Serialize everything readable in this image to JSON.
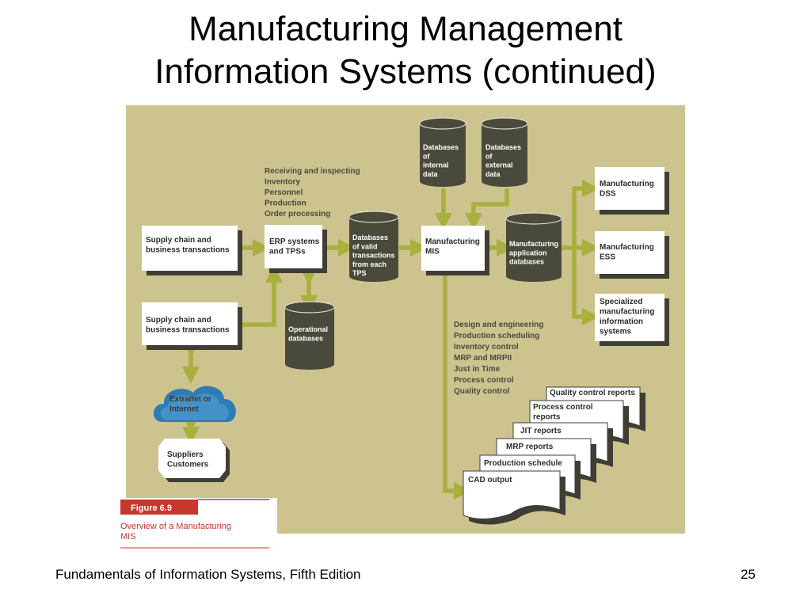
{
  "title": {
    "line1": "Manufacturing Management",
    "line2": "Information Systems (continued)"
  },
  "footer": {
    "book": "Fundamentals of Information Systems, Fifth Edition",
    "page_number": "25"
  },
  "colors": {
    "background": "#ccc38f",
    "arrow": "#a8b03e",
    "cylinder": "#4a4a3c",
    "box_fill": "#ffffff",
    "box_shadow": "#3e3e34",
    "box_text": "#2c2c2c",
    "cloud": "#2e7cb5",
    "figure_label_bg": "#c6372e",
    "figure_caption": "#c6372e"
  },
  "diagram": {
    "supply_box_1": [
      "Supply chain and",
      "business transactions"
    ],
    "supply_box_2": [
      "Supply chain and",
      "business transactions"
    ],
    "erp_box": [
      "ERP systems",
      "and TPSs"
    ],
    "erp_inputs": [
      "Receiving and inspecting",
      "Inventory",
      "Personnel",
      "Production",
      "Order processing"
    ],
    "db_valid": [
      "Databases",
      "of valid",
      "transactions",
      "from each",
      "TPS"
    ],
    "db_operational": [
      "Operational",
      "databases"
    ],
    "db_internal": [
      "Databases",
      "of",
      "internal",
      "data"
    ],
    "db_external": [
      "Databases",
      "of",
      "external",
      "data"
    ],
    "mis_box": [
      "Manufacturing",
      "MIS"
    ],
    "db_application": [
      "Manufacturing",
      "application",
      "databases"
    ],
    "dss_box": [
      "Manufacturing",
      "DSS"
    ],
    "ess_box": [
      "Manufacturing",
      "ESS"
    ],
    "specialized_box": [
      "Specialized",
      "manufacturing",
      "information",
      "systems"
    ],
    "cloud": [
      "Extranet or",
      "Internet"
    ],
    "suppliers": [
      "Suppliers",
      "Customers"
    ],
    "mis_functions": [
      "Design and engineering",
      "Production scheduling",
      "Inventory control",
      "MRP and MRPII",
      "Just in Time",
      "Process control",
      "Quality control"
    ],
    "reports": [
      [
        "Quality control reports"
      ],
      [
        "Process control",
        "reports"
      ],
      [
        "JIT reports"
      ],
      [
        "MRP reports"
      ],
      [
        "Production schedule"
      ],
      [
        "CAD output"
      ]
    ],
    "figure_number": "Figure 6.9",
    "figure_caption": [
      "Overview of a Manufacturing",
      "MIS"
    ]
  }
}
